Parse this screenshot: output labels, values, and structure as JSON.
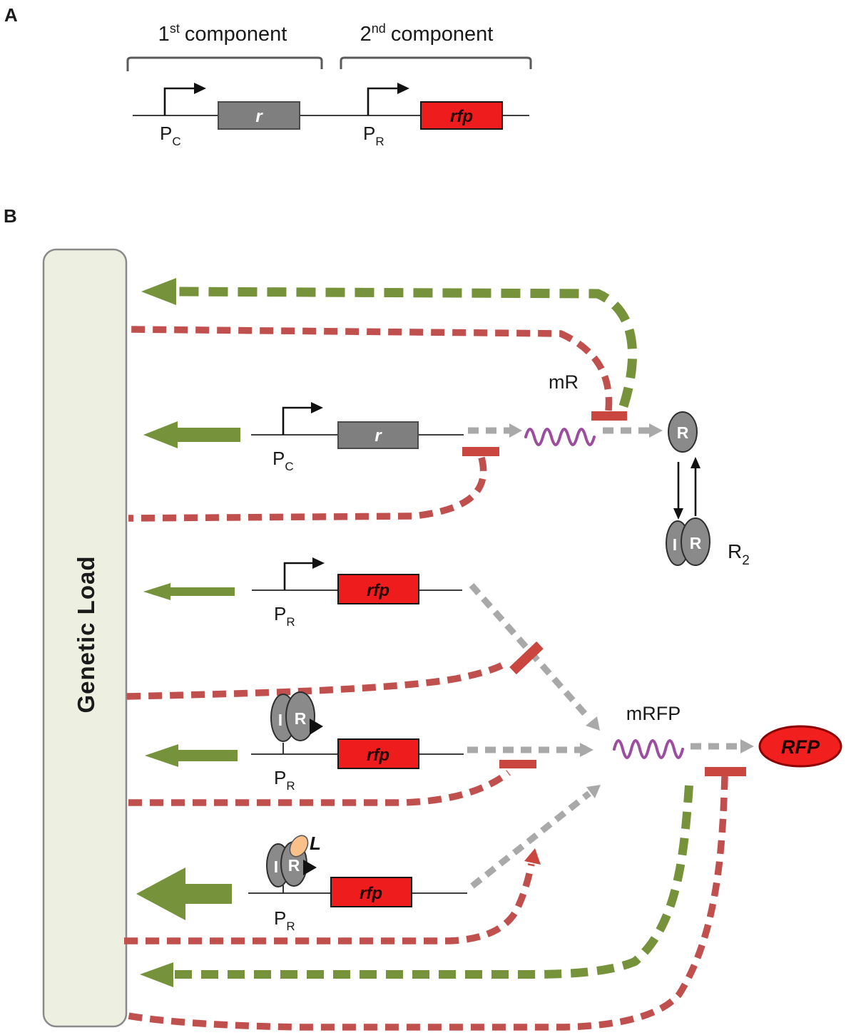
{
  "colors": {
    "olive_green": "#76923b",
    "brick_red": "#c0504d",
    "solid_bar_red": "#c9473f",
    "gene_box_gray": "#7f7f7f",
    "gene_box_red": "#ee1c1c",
    "protein_gray": "#8a8a8a",
    "mrna_purple": "#9c4d9e",
    "load_box_fill": "#edefe1",
    "ligand_peach": "#f9c089",
    "arrow_gray": "#a9a9a9"
  },
  "panel_a": {
    "label": "A",
    "component1": {
      "base": "1",
      "sup": "st",
      "rest": "component"
    },
    "component2": {
      "base": "2",
      "sup": "nd",
      "rest": "component"
    },
    "promoter_c": {
      "base": "P",
      "sub": "C"
    },
    "promoter_r": {
      "base": "P",
      "sub": "R"
    },
    "gene_r": "r",
    "gene_rfp": "rfp"
  },
  "panel_b": {
    "label": "B",
    "genetic_load": "Genetic Load",
    "promoter_c": {
      "base": "P",
      "sub": "C"
    },
    "promoter_r": {
      "base": "P",
      "sub": "R"
    },
    "gene_r": "r",
    "gene_rfp": "rfp",
    "mrna_r_label": "mR",
    "mrna_rfp_label": "mRFP",
    "protein_r": "R",
    "dimer": {
      "left": "I",
      "right": "R"
    },
    "dimer_label": {
      "base": "R",
      "sub": "2"
    },
    "rfp_label": "RFP",
    "ligand_label": "L"
  }
}
